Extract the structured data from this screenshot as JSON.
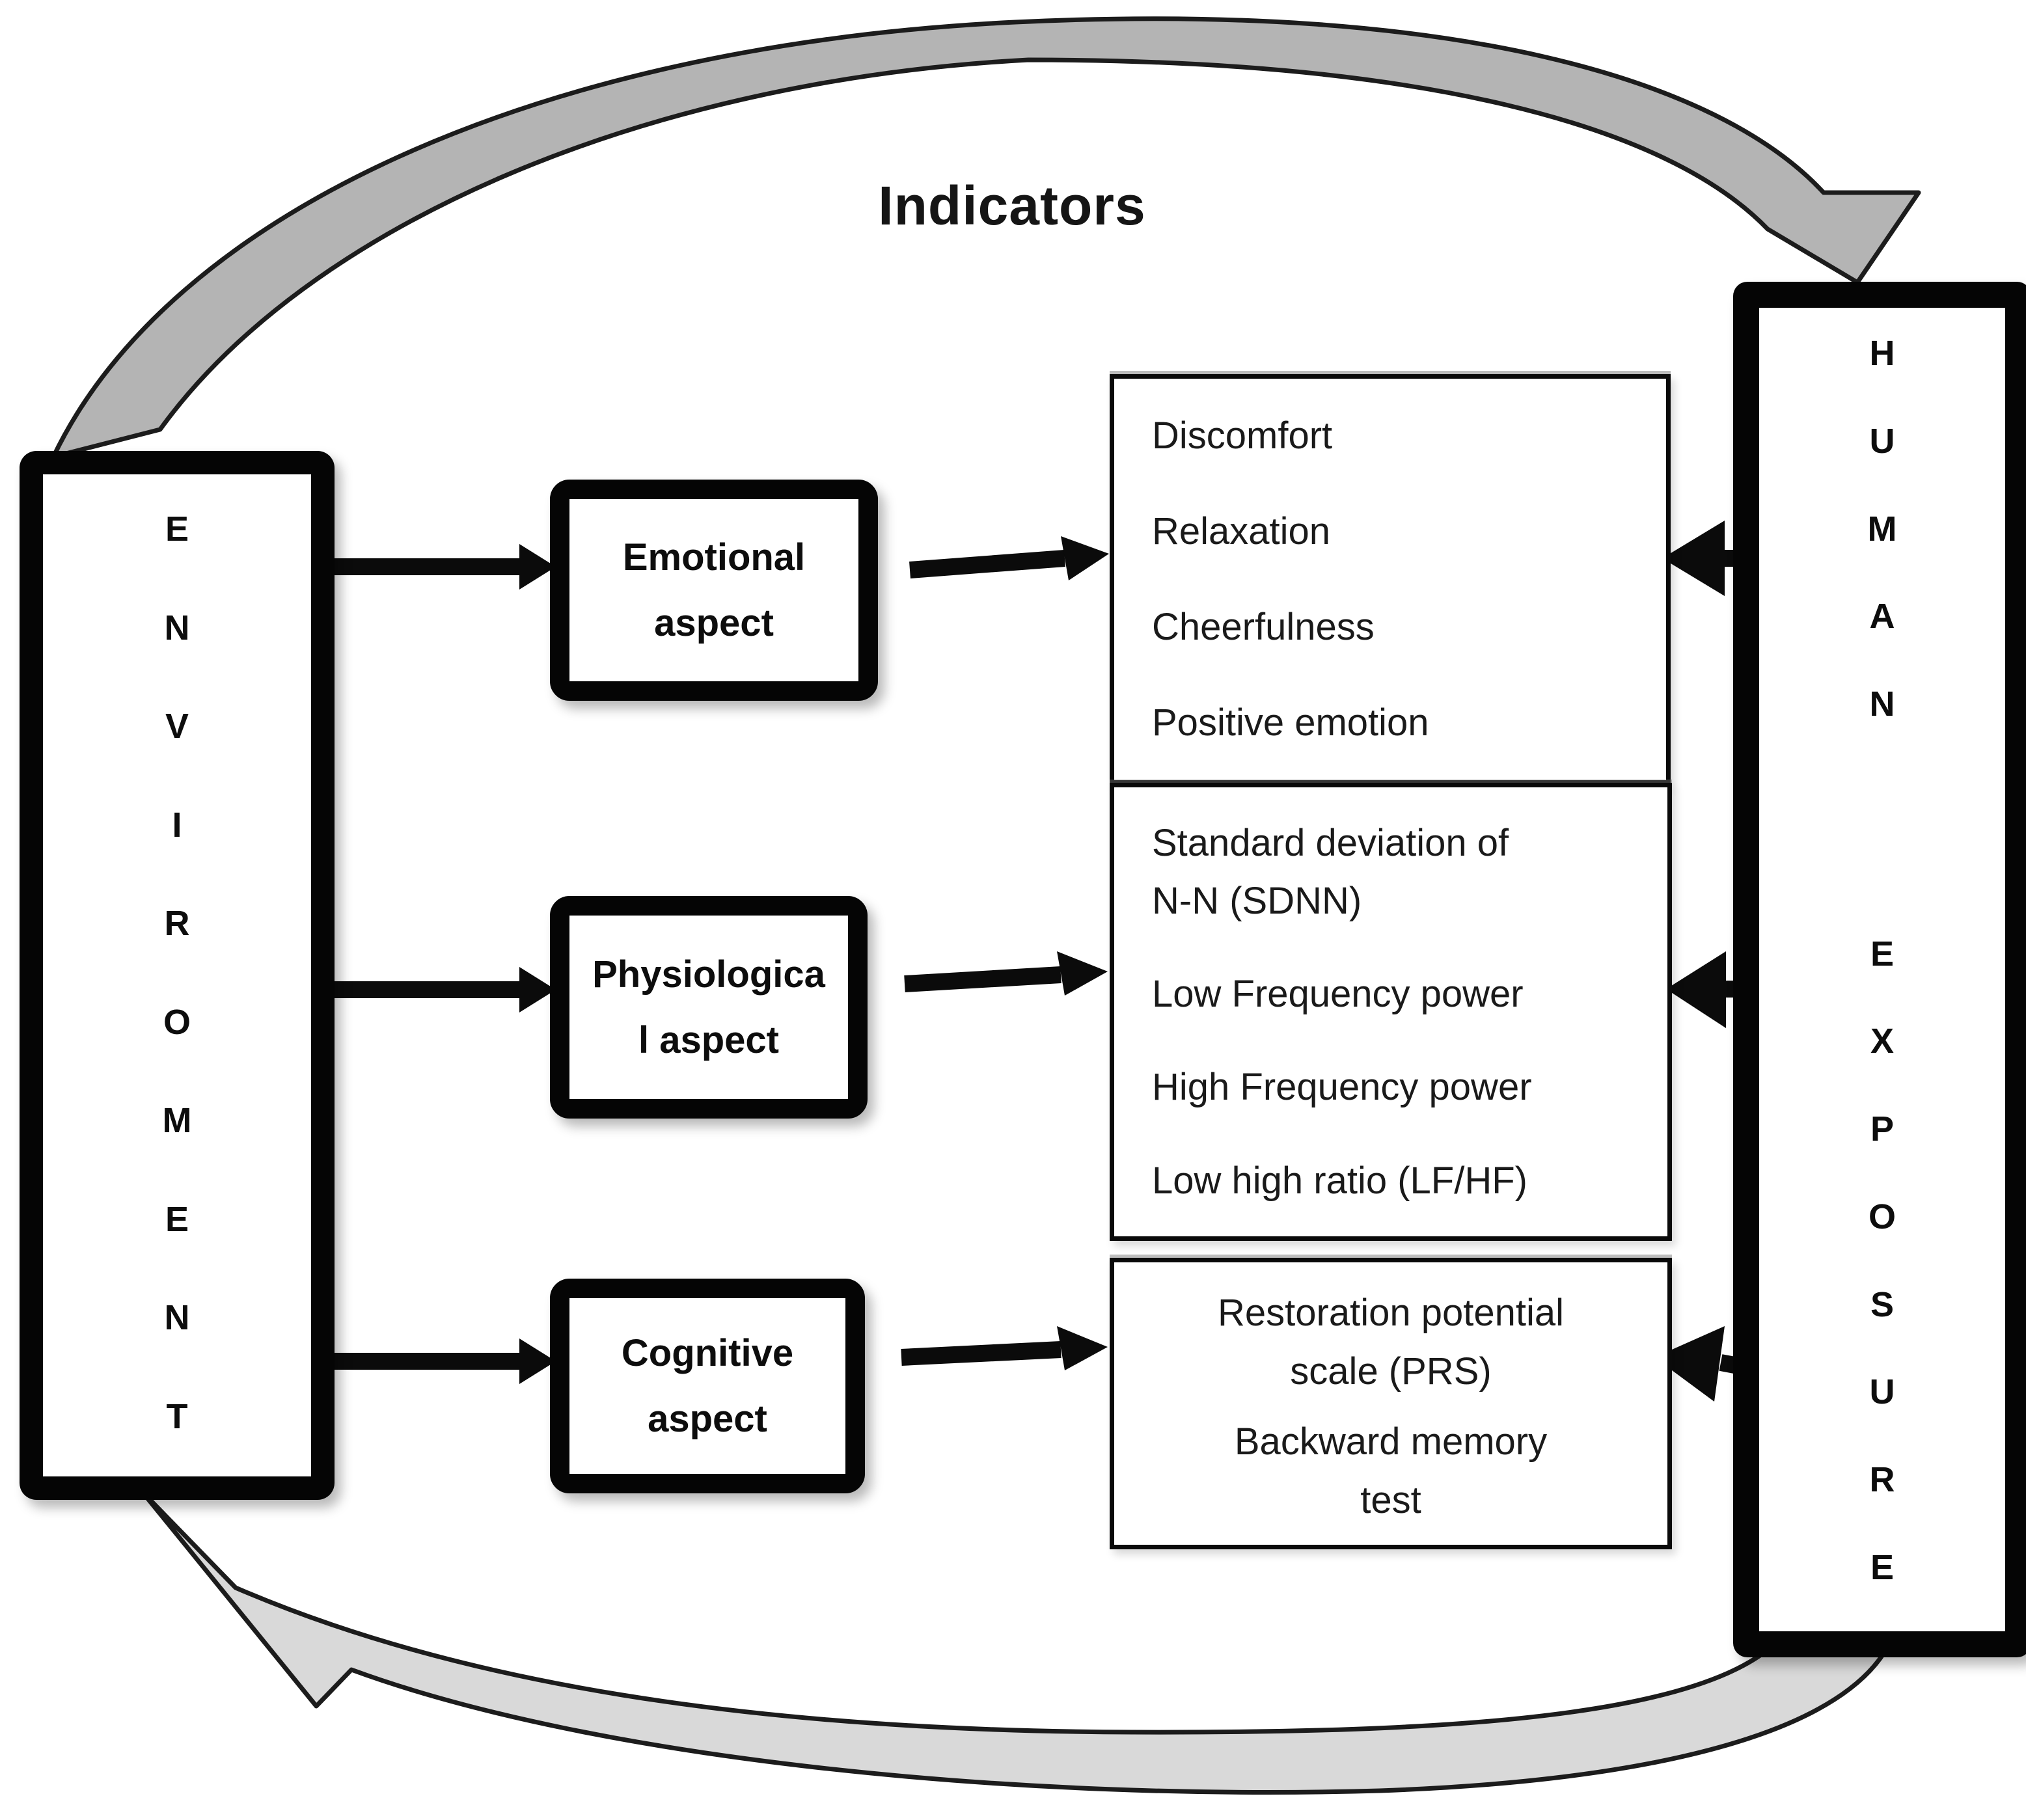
{
  "diagram": {
    "title": "Indicators",
    "left_column": {
      "word": "ENVIROMENT",
      "letters": [
        "E",
        "N",
        "V",
        "I",
        "R",
        "O",
        "M",
        "E",
        "N",
        "T"
      ]
    },
    "right_column": {
      "word": "HUMAN EXPOSURE",
      "letters_top": [
        "H",
        "U",
        "M",
        "A",
        "N"
      ],
      "letters_bottom": [
        "E",
        "X",
        "P",
        "O",
        "S",
        "U",
        "R",
        "E"
      ]
    },
    "aspects": [
      {
        "id": "emotional",
        "lines": [
          "Emotional",
          "aspect"
        ]
      },
      {
        "id": "physiological",
        "lines": [
          "Physiologica",
          "l aspect"
        ]
      },
      {
        "id": "cognitive",
        "lines": [
          "Cognitive",
          "aspect"
        ]
      }
    ],
    "indicator_boxes": [
      {
        "items": [
          {
            "lines": [
              "Discomfort"
            ]
          },
          {
            "lines": [
              "Relaxation"
            ]
          },
          {
            "lines": [
              "Cheerfulness"
            ]
          },
          {
            "lines": [
              "Positive emotion"
            ]
          }
        ]
      },
      {
        "items": [
          {
            "lines": [
              "Standard deviation of",
              "N-N (SDNN)"
            ]
          },
          {
            "lines": [
              "Low Frequency power"
            ]
          },
          {
            "lines": [
              "High Frequency power"
            ]
          },
          {
            "lines": [
              "Low high ratio (LF/HF)"
            ]
          }
        ]
      },
      {
        "items": [
          {
            "lines": [
              "Restoration potential",
              "scale (PRS)"
            ]
          },
          {
            "lines": [
              "Backward memory",
              "test"
            ]
          }
        ]
      }
    ],
    "colors": {
      "ink": "#111111",
      "top_arrow_fill": "#b4b4b4",
      "bottom_arrow_fill": "#d9d9d9",
      "background": "#ffffff"
    }
  }
}
